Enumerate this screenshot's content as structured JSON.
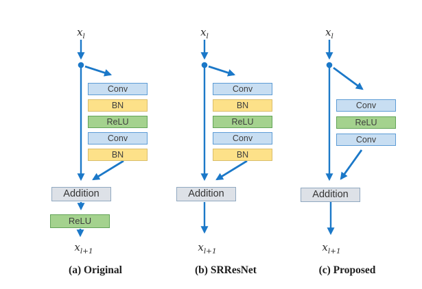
{
  "figure": {
    "columns": [
      {
        "input": {
          "base": "x",
          "sub": "l"
        },
        "output": {
          "base": "x",
          "sub": "l+1"
        },
        "blocks": [
          "Conv",
          "BN",
          "ReLU",
          "Conv",
          "BN"
        ],
        "addition": "Addition",
        "post_activation": "ReLU",
        "caption": "(a) Original"
      },
      {
        "input": {
          "base": "x",
          "sub": "l"
        },
        "output": {
          "base": "x",
          "sub": "l+1"
        },
        "blocks": [
          "Conv",
          "BN",
          "ReLU",
          "Conv",
          "BN"
        ],
        "addition": "Addition",
        "caption": "(b) SRResNet"
      },
      {
        "input": {
          "base": "x",
          "sub": "l"
        },
        "output": {
          "base": "x",
          "sub": "l+1"
        },
        "blocks": [
          "Conv",
          "ReLU",
          "Conv"
        ],
        "addition": "Addition",
        "caption": "(c) Proposed"
      }
    ],
    "colors": {
      "arrow": "#1b78c8",
      "conv_fill": "#c8def2",
      "conv_border": "#5b9bd5",
      "bn_fill": "#fde189",
      "bn_border": "#d9bd6b",
      "relu_fill": "#a4d28e",
      "relu_border": "#61a356",
      "addition_fill": "#dde1e7",
      "addition_border": "#90a8c0"
    }
  }
}
